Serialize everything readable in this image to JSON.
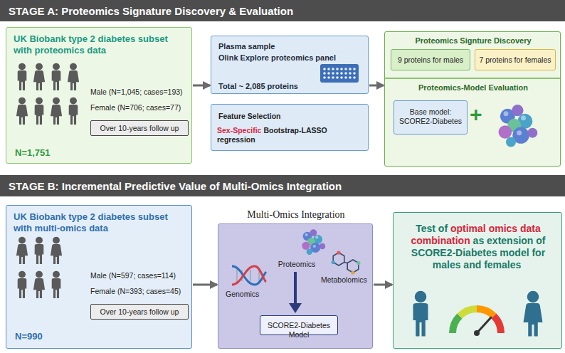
{
  "diagram": {
    "nodes": [
      {
        "text": [
          "STAGE A: Proteomics Signature Discovery & Evaluation"
        ]
      },
      {
        "text": [
          "UK Biobank type 2 diabetes subset with proteomics data",
          "Male (N=1,045; cases=193)",
          "Female (N=706; cases=77)",
          "N=1,751"
        ]
      },
      {
        "text": [
          "Over 10-years follow up"
        ],
        "in": 1
      },
      {
        "text": [
          "Plasma sample",
          "Olink Explore proteomics panel",
          "Total ~ 2,085 proteins"
        ]
      },
      {
        "text": [
          "Feature Selection",
          "Sex-Specific",
          "Bootstrap-LASSO regression"
        ]
      },
      {
        "text": [
          "Proteomics Signture Discovery",
          "Proteomics-Model Evaluation"
        ]
      },
      {
        "text": [
          "9 proteins for males"
        ],
        "in": 5
      },
      {
        "text": [
          "7 proteins for females"
        ],
        "in": 5
      },
      {
        "text": [
          "Base model: SCORE2-Diabetes"
        ],
        "in": 5
      },
      {
        "text": [
          "STAGE B: Incremental Predictive Value of Multi-Omics Integration"
        ]
      },
      {
        "text": [
          "UK Biobank type 2 diabetes subset with multi-omics data",
          "Male (N=597; cases=114)",
          "Female (N=393; cases=45)",
          "N=990"
        ]
      },
      {
        "text": [
          "Over 10-years follow up"
        ],
        "in": 10
      },
      {
        "text": [
          "Multi-Omics Integration",
          "Proteomics",
          "Genomics",
          "Metabolomics"
        ]
      },
      {
        "text": [
          "SCORE2-Diabetes Model"
        ],
        "in": 12
      },
      {
        "text": [
          "Test of",
          "optimal omics data combination",
          "as extension of SCORE2-Diabetes model for males and females"
        ]
      }
    ],
    "edges": [
      {
        "from": 1,
        "to": 3,
        "arrow": "to"
      },
      {
        "from": 3,
        "to": 5,
        "arrow": "to"
      },
      {
        "from": 10,
        "to": 12,
        "arrow": "to"
      },
      {
        "from": 12,
        "to": 14,
        "arrow": "to"
      }
    ],
    "labels": [
      "+"
    ]
  }
}
